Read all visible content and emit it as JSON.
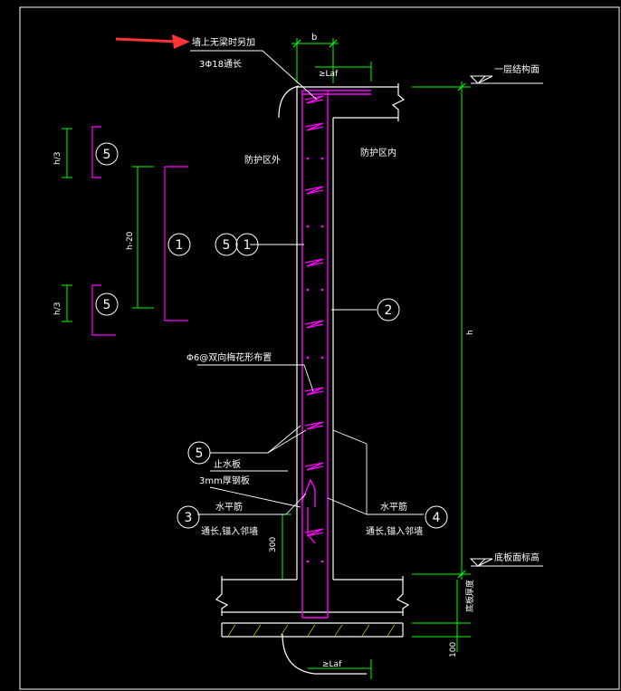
{
  "colors": {
    "background": "#000000",
    "wall_outline": "#ffffff",
    "rebar": "#ff00ff",
    "dimension": "#00ff00",
    "leader": "#ffffff",
    "concrete_hatch": "#ffff00",
    "arrow": "#ff3333"
  },
  "labels": {
    "top_note_line1": "墙上无梁时另加",
    "top_note_line2": "3Φ18通长",
    "dim_b": "b",
    "dim_laf_top": "≥Laf",
    "level_first_floor": "一层结构面",
    "outside": "防护区外",
    "inside": "防护区内",
    "dim_h3_top": "h/3",
    "dim_h20": "h-20",
    "dim_h3_bottom": "h/3",
    "dim_h": "h",
    "stirrup_note": "Φ6@双向梅花形布置",
    "waterstop": "止水板",
    "steel_plate": "3mm厚钢板",
    "horiz_bar_left": "水平筋",
    "anchor_left": "通长,锚入邻墙",
    "horiz_bar_right": "水平筋",
    "anchor_right": "通长,锚入邻墙",
    "dim_300": "300",
    "level_slab": "底板面标高",
    "slab_thickness_note": "底板厚度",
    "dim_100": "100",
    "dim_laf_bottom": "≥Laf"
  },
  "callouts": {
    "c5_top": "5",
    "c1_group": "1",
    "c5_bottom": "5",
    "c5_wall": "5",
    "c1_wall": "1",
    "c2_wall": "2",
    "c5_low": "5",
    "c3": "3",
    "c4": "4"
  }
}
